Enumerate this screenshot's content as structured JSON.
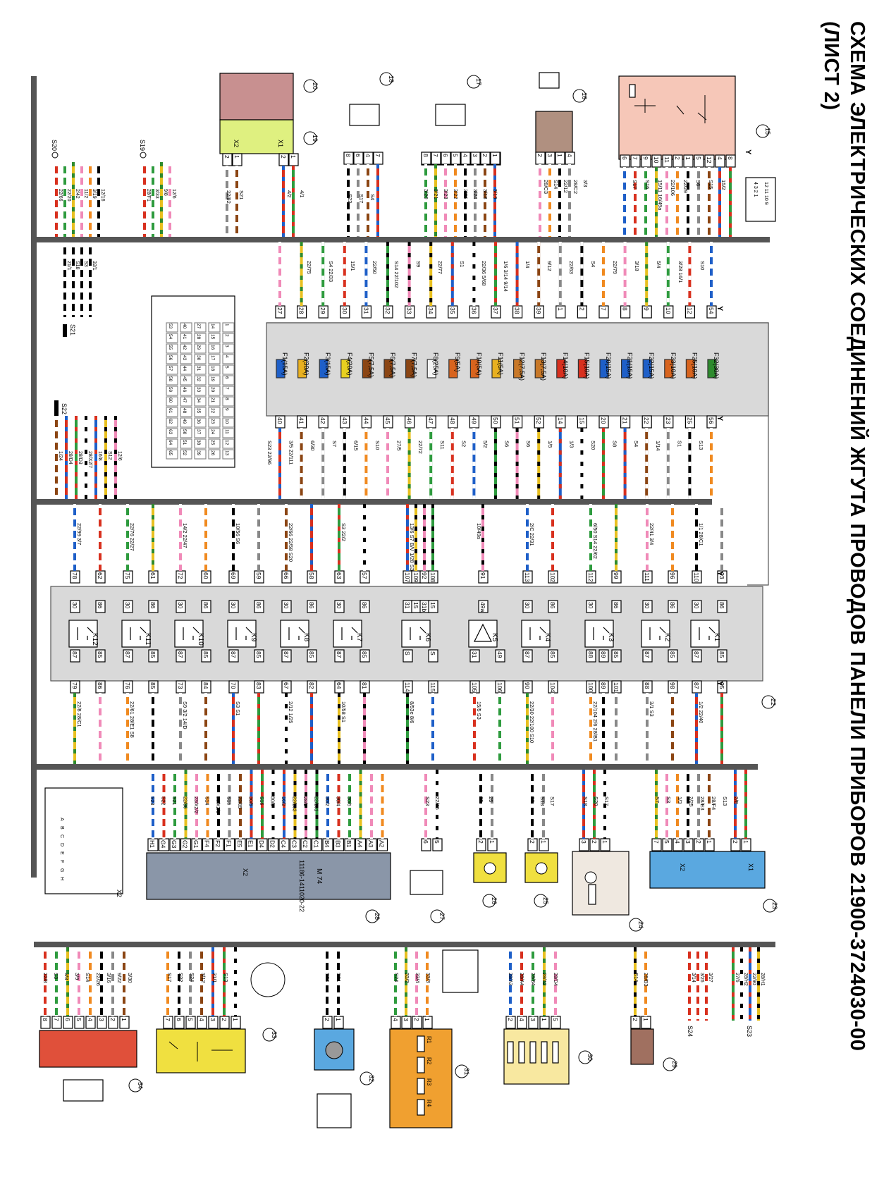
{
  "title": {
    "line1": "СХЕМА ЭЛЕКТРИЧЕСКИХ СОЕДИНЕНИЙ ЖГУТА ПРОВОДОВ ПАНЕЛИ ПРИБОРОВ  21900-3724030-00",
    "line2": "(ЛИСТ 2)"
  },
  "fuse_block": {
    "top_pins": [
      "54",
      "12",
      "10",
      "9",
      "8",
      "7",
      "2",
      "1",
      "39",
      "38",
      "37",
      "36",
      "35",
      "34",
      "33",
      "32",
      "31",
      "30",
      "29",
      "28",
      "27"
    ],
    "fuses": [
      "F32(30A)",
      "F25(10A)",
      "F23(10A)",
      "F22(15A)",
      "F21(15A)",
      "F20(15A)",
      "F15(10A)",
      "F14(10A)",
      "F13(7,5A)",
      "F12(7,5A)",
      "F11(5A)",
      "F10(5A)",
      "F9(5A)",
      "F8(25A)",
      "F7(7,5A)",
      "F6(7,5A)",
      "F5(7,5A)",
      "F4(20A)",
      "F3(15A)",
      "F2(30A)",
      "F1(15A)"
    ],
    "fuse_colors": [
      "#2e8b2e",
      "#d8641e",
      "#d8641e",
      "#1e5fc8",
      "#1e5fc8",
      "#1e5fc8",
      "#d8301e",
      "#d8301e",
      "#c87828",
      "#c87828",
      "#e8b020",
      "#d8641e",
      "#d8641e",
      "#f4f4f4",
      "#8b4513",
      "#8b4513",
      "#8b4513",
      "#e8d020",
      "#1e5fc8",
      "#e8b020",
      "#1e5fc8"
    ],
    "bottom_pins": [
      "56",
      "25",
      "23",
      "22",
      "21",
      "20",
      "15",
      "14",
      "52",
      "51",
      "50",
      "49",
      "48",
      "47",
      "46",
      "45",
      "44",
      "43",
      "42",
      "41",
      "40"
    ],
    "top_wires": [
      "S10",
      "3/28 16/1",
      "5/4",
      "3/18",
      "22/79",
      "S4",
      "22/63",
      "9/12",
      "1/4",
      "1/6 3/14 9/14",
      "22/36 5/68",
      "S1",
      "22/77",
      "S9",
      "S14 22/102",
      "22/50",
      "15/1",
      "S4 22/33",
      "22/75"
    ],
    "bottom_wires": [
      "S13",
      "S1",
      "1/14",
      "S4",
      "S8",
      "S20",
      "1/3",
      "1/5",
      "S6",
      "S6",
      "5/2",
      "S2",
      "S11",
      "22/72",
      "27/5",
      "S10",
      "6/15",
      "S7",
      "6/30",
      "3/5 22/111",
      "S23 22/96"
    ]
  },
  "relay_block": {
    "relays": [
      {
        "name": "K12",
        "top": [
          "78",
          "62"
        ],
        "mid_top": [
          "30",
          "86"
        ],
        "mid_bot": [
          "87",
          "85"
        ],
        "bottom": [
          "79",
          "86"
        ],
        "wires_top": "22/99 3/7",
        "wires_bot": "22/8 28/C1"
      },
      {
        "name": "K11",
        "top": [
          "75",
          "61"
        ],
        "mid_top": [
          "30",
          "86"
        ],
        "mid_bot": [
          "87",
          "85"
        ],
        "bottom": [
          "76",
          "85"
        ],
        "wires_top": "22/76 22/27",
        "wires_bot": "22/61 28/E1 S8"
      },
      {
        "name": "K10",
        "top": [
          "72",
          "60"
        ],
        "mid_top": [
          "30",
          "86"
        ],
        "mid_bot": [
          "87",
          "85"
        ],
        "bottom": [
          "73",
          "84"
        ],
        "wires_top": "14/2 22/47",
        "wires_bot": "S9 3/2 14/D"
      },
      {
        "name": "K9",
        "top": [
          "69",
          "59"
        ],
        "mid_top": [
          "30",
          "86"
        ],
        "mid_bot": [
          "87",
          "85"
        ],
        "bottom": [
          "70",
          "83"
        ],
        "wires_top": "10/56 S6",
        "wires_bot": "S3 S1"
      },
      {
        "name": "K8",
        "top": [
          "66",
          "58"
        ],
        "mid_top": [
          "30",
          "86"
        ],
        "mid_bot": [
          "87",
          "85"
        ],
        "bottom": [
          "67",
          "82"
        ],
        "wires_top": "22/66 22/58 S20",
        "wires_bot": "2/12 1/25"
      },
      {
        "name": "K7",
        "top": [
          "63",
          "57"
        ],
        "mid_top": [
          "30",
          "86"
        ],
        "mid_bot": [
          "87",
          "85"
        ],
        "bottom": [
          "64",
          "81"
        ],
        "wires_top": "S3 22/2",
        "wires_bot": "10/58 S1"
      },
      {
        "name": "K6",
        "top": [
          "107",
          "109",
          "92",
          "108"
        ],
        "mid_top": [
          "31",
          "15",
          "31b",
          "15"
        ],
        "mid_bot": [
          "S",
          "S"
        ],
        "bottom": [
          "114",
          "115"
        ],
        "wires_top": "13/6 S7 B/V 1/28 S3",
        "wires_bot": "8/53e 8/6"
      },
      {
        "name": "K5",
        "top": [
          "91"
        ],
        "mid_top": [
          "49a"
        ],
        "mid_bot": [
          "31",
          "49"
        ],
        "bottom": [
          "105",
          "106"
        ],
        "wires_top": "10/49a",
        "wires_bot": "15/5 S3"
      },
      {
        "name": "K4",
        "top": [
          "113",
          "102"
        ],
        "mid_top": [
          "30",
          "86"
        ],
        "mid_bot": [
          "87",
          "85"
        ],
        "bottom": [
          "90",
          "104"
        ],
        "wires_top": "2/C 22/31",
        "wires_bot": "22/30 22/100 S10"
      },
      {
        "name": "K3",
        "top": [
          "112",
          "99"
        ],
        "mid_top": [
          "30",
          "86"
        ],
        "mid_bot": [
          "88",
          "89",
          "85"
        ],
        "bottom": [
          "100",
          "89",
          "101"
        ],
        "wires_top": "6/50 S14 22/62",
        "wires_bot": "22/104 2/6 28/B1"
      },
      {
        "name": "K2",
        "top": [
          "111",
          "96"
        ],
        "mid_top": [
          "30",
          "86"
        ],
        "mid_bot": [
          "87",
          "85"
        ],
        "bottom": [
          "88",
          "98"
        ],
        "wires_top": "22/41 3/4",
        "wires_bot": "3/1 S3"
      },
      {
        "name": "K1",
        "top": [
          "110",
          "93"
        ],
        "mid_top": [
          "30",
          "86"
        ],
        "mid_bot": [
          "87",
          "85"
        ],
        "bottom": [
          "87",
          "95"
        ],
        "wires_top": "1/1 28/C1",
        "wires_bot": "1/2 22/40"
      }
    ]
  },
  "splices": [
    "S20",
    "S19",
    "S21",
    "S22",
    "S23",
    "S24"
  ],
  "components": {
    "c15": {
      "num": "15",
      "pins": [
        "6",
        "7",
        "9",
        "10",
        "11",
        "2",
        "1",
        "5",
        "12",
        "4",
        "8"
      ],
      "wires": [
        "S17",
        "S16",
        "15/11 16/49a",
        "22/106",
        "22/29",
        "S6",
        "S15",
        "15/2"
      ]
    },
    "c16": {
      "num": "16",
      "pins": [
        "2",
        "3",
        "1",
        "4"
      ],
      "wires": [
        "28/C3",
        "S14",
        "22/12",
        "28/C2",
        "3/3"
      ]
    },
    "c17": {
      "num": "17",
      "pins": [
        "8",
        "7",
        "6",
        "5",
        "4",
        "3",
        "2",
        "1"
      ],
      "wires": [
        "3/20",
        "3/21",
        "3/23",
        "3/22",
        "3/25",
        "3/24",
        "3/18",
        "3/19"
      ]
    },
    "c18": {
      "num": "18",
      "pins": [
        "8",
        "6",
        "4",
        "7"
      ],
      "wires": [
        "S22",
        "S17",
        "S4"
      ]
    },
    "c19": {
      "num": "19",
      "pins": [
        "2",
        "1",
        "2",
        "1"
      ],
      "labels": [
        "X2",
        "X1"
      ],
      "wires": [
        "22/82",
        "S21",
        "4/2",
        "4/1"
      ]
    },
    "c20": {
      "num": "20"
    },
    "c22": {
      "num": "22"
    },
    "c23": {
      "num": "23",
      "pins": [
        "7",
        "5",
        "4",
        "3",
        "2",
        "1",
        "2",
        "1"
      ],
      "labels": [
        "X2",
        "X1"
      ],
      "wires": [
        "S7",
        "S3",
        "1/3",
        "2/25",
        "28/E3",
        "28/F4",
        "S13",
        "2/E"
      ]
    },
    "c24": {
      "num": "24",
      "pins": [
        "3",
        "2",
        "1"
      ],
      "wires": [
        "S18",
        "S20",
        "S17"
      ]
    },
    "c25": {
      "num": "25",
      "pins": [
        "2",
        "1"
      ],
      "wires": [
        "26",
        "S18",
        "S17"
      ]
    },
    "c26": {
      "num": "26",
      "pins": [
        "2",
        "1"
      ],
      "wires": [
        "25",
        "25"
      ]
    },
    "c27": {
      "num": "27",
      "pins": [
        "6",
        "5"
      ],
      "wires": [
        "S23",
        "22/46"
      ]
    },
    "c28": {
      "num": "28",
      "name": "M 74",
      "part": "11186-1411020-22",
      "label": "X2",
      "pins": [
        "H1",
        "G4",
        "G3",
        "G2",
        "G1",
        "F4",
        "F2",
        "F1",
        "E5",
        "E1",
        "D4",
        "D2",
        "C4",
        "C3",
        "C2",
        "C1",
        "B4",
        "B3",
        "B1",
        "A4",
        "A3",
        "A2"
      ],
      "wires": [
        "S23",
        "S22",
        "S21",
        "22/86",
        "23/X2/2",
        "S14",
        "23/X2/3",
        "S16",
        "22/85",
        "30/5",
        "S16",
        "30/3",
        "16/2",
        "22/103",
        "28/1",
        "22/101",
        "30/2",
        "30/4",
        "30/6"
      ],
      "side_label": "X2",
      "letters": [
        "A",
        "B",
        "C",
        "D",
        "E",
        "F",
        "G",
        "H"
      ]
    },
    "c29": {
      "num": "29",
      "pins": [
        "2",
        "1"
      ],
      "wires": [
        "S14",
        "28/B3"
      ]
    },
    "c30": {
      "num": "30",
      "pins": [
        "2",
        "4",
        "3",
        "1",
        "5"
      ],
      "wires": [
        "28/A3",
        "28/A4",
        "28/B4",
        "28/A2",
        "28/D4"
      ]
    },
    "c31": {
      "num": "31",
      "pins": [
        "4",
        "3",
        "2",
        "1"
      ],
      "resistors": [
        "R1",
        "R2",
        "R3",
        "R4"
      ],
      "wires": [
        "S24",
        "33/2",
        "33/4",
        "33/3"
      ]
    },
    "c32": {
      "num": "32",
      "pins": [
        "2",
        "1"
      ],
      "wires": [
        "S24",
        "S21"
      ]
    },
    "c33": {
      "num": "33",
      "pins": [
        "7",
        "6",
        "5",
        "4",
        "3",
        "2",
        "1"
      ],
      "wires": [
        "S17",
        "S22",
        "S24",
        "3/12",
        "31/1",
        "S13"
      ]
    },
    "c34": {
      "num": "34",
      "pins": [
        "8",
        "7",
        "6",
        "5",
        "4",
        "3",
        "2",
        "1"
      ],
      "wires": [
        "22/8",
        "S3",
        "3/8",
        "3/9",
        "S14",
        "22/26",
        "3/16",
        "9/22",
        "3/30"
      ]
    },
    "s23_wires": [
      "27/6",
      "28/H2",
      "22/90",
      "28/H1"
    ],
    "s24_wires": [
      "3/14",
      "3/26",
      "3/27"
    ],
    "s20_wires": [
      "22/66",
      "22/20",
      "2/42",
      "11/2",
      "3/19",
      "12/16"
    ],
    "s19_wires": [
      "28/F1",
      "3/33",
      "9/8",
      "12/6"
    ],
    "s21_wires": [
      "21/1",
      "S18",
      "S3",
      "32/1"
    ],
    "s22_wires": [
      "1/24",
      "28/D4",
      "28/D3",
      "28/X2/7",
      "16/8",
      "S12",
      "12/6"
    ]
  },
  "fuse_map": {
    "rows": [
      [
        "1",
        "2",
        "3",
        "4",
        "5",
        "6",
        "7",
        "8",
        "9",
        "10",
        "11",
        "12",
        "13"
      ],
      [
        "14",
        "15",
        "16",
        "17",
        "18",
        "19",
        "20",
        "21",
        "22",
        "23",
        "24",
        "25",
        "26"
      ],
      [
        "27",
        "28",
        "29",
        "30",
        "31",
        "32",
        "33",
        "34",
        "35",
        "36",
        "37",
        "38",
        "39"
      ],
      [
        "40",
        "41",
        "42",
        "43",
        "44",
        "45",
        "46",
        "47",
        "48",
        "49",
        "50",
        "51",
        "52"
      ],
      [
        "53",
        "54",
        "55",
        "56",
        "57",
        "58",
        "59",
        "60",
        "61",
        "62",
        "63",
        "64",
        "65"
      ]
    ]
  },
  "colors": {
    "bus": "#555555",
    "fuse_block": "#d9d9d9",
    "relay_block": "#d9d9d9",
    "c15_fill": "#f6c7b8",
    "c19_fill": "#dff080",
    "c20_fill": "#c89090",
    "c23_fill": "#5aa8e0",
    "c28_fill": "#8a96a8",
    "c25_fill": "#f0e040",
    "c31_fill": "#f0a030",
    "c32_fill": "#5aa8e0",
    "c33_fill": "#f0e040",
    "c34_fill": "#e0503a",
    "c29_fill": "#a07060",
    "c30_fill": "#f8e8a0",
    "c16_fill": "#b09080"
  }
}
